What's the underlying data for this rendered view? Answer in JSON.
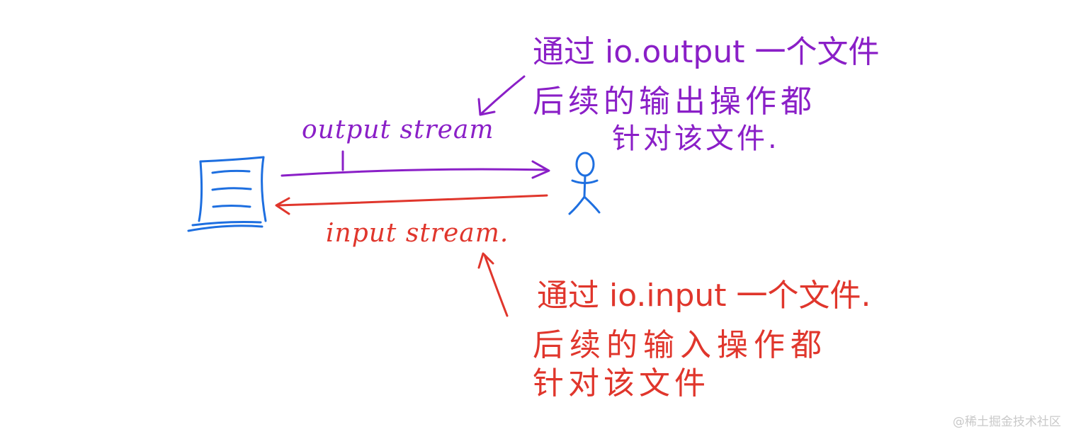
{
  "labels": {
    "output_stream": "output stream",
    "input_stream": "input stream."
  },
  "notes": {
    "output_line1": "通过 io.output 一个文件",
    "output_line2": "后续的输出操作都",
    "output_line3": "针对该文件.",
    "input_line1": "通过 io.input 一个文件.",
    "input_line2": "后续的输入操作都",
    "input_line3": "针对该文件"
  },
  "watermark": "@稀土掘金技术社区",
  "colors": {
    "output": "#8a1fc7",
    "input": "#e0362c",
    "entity": "#1e6fe0",
    "watermark": "#c9c9c9"
  },
  "icons": {
    "file": "document-lines-icon",
    "person": "stick-figure-icon"
  }
}
